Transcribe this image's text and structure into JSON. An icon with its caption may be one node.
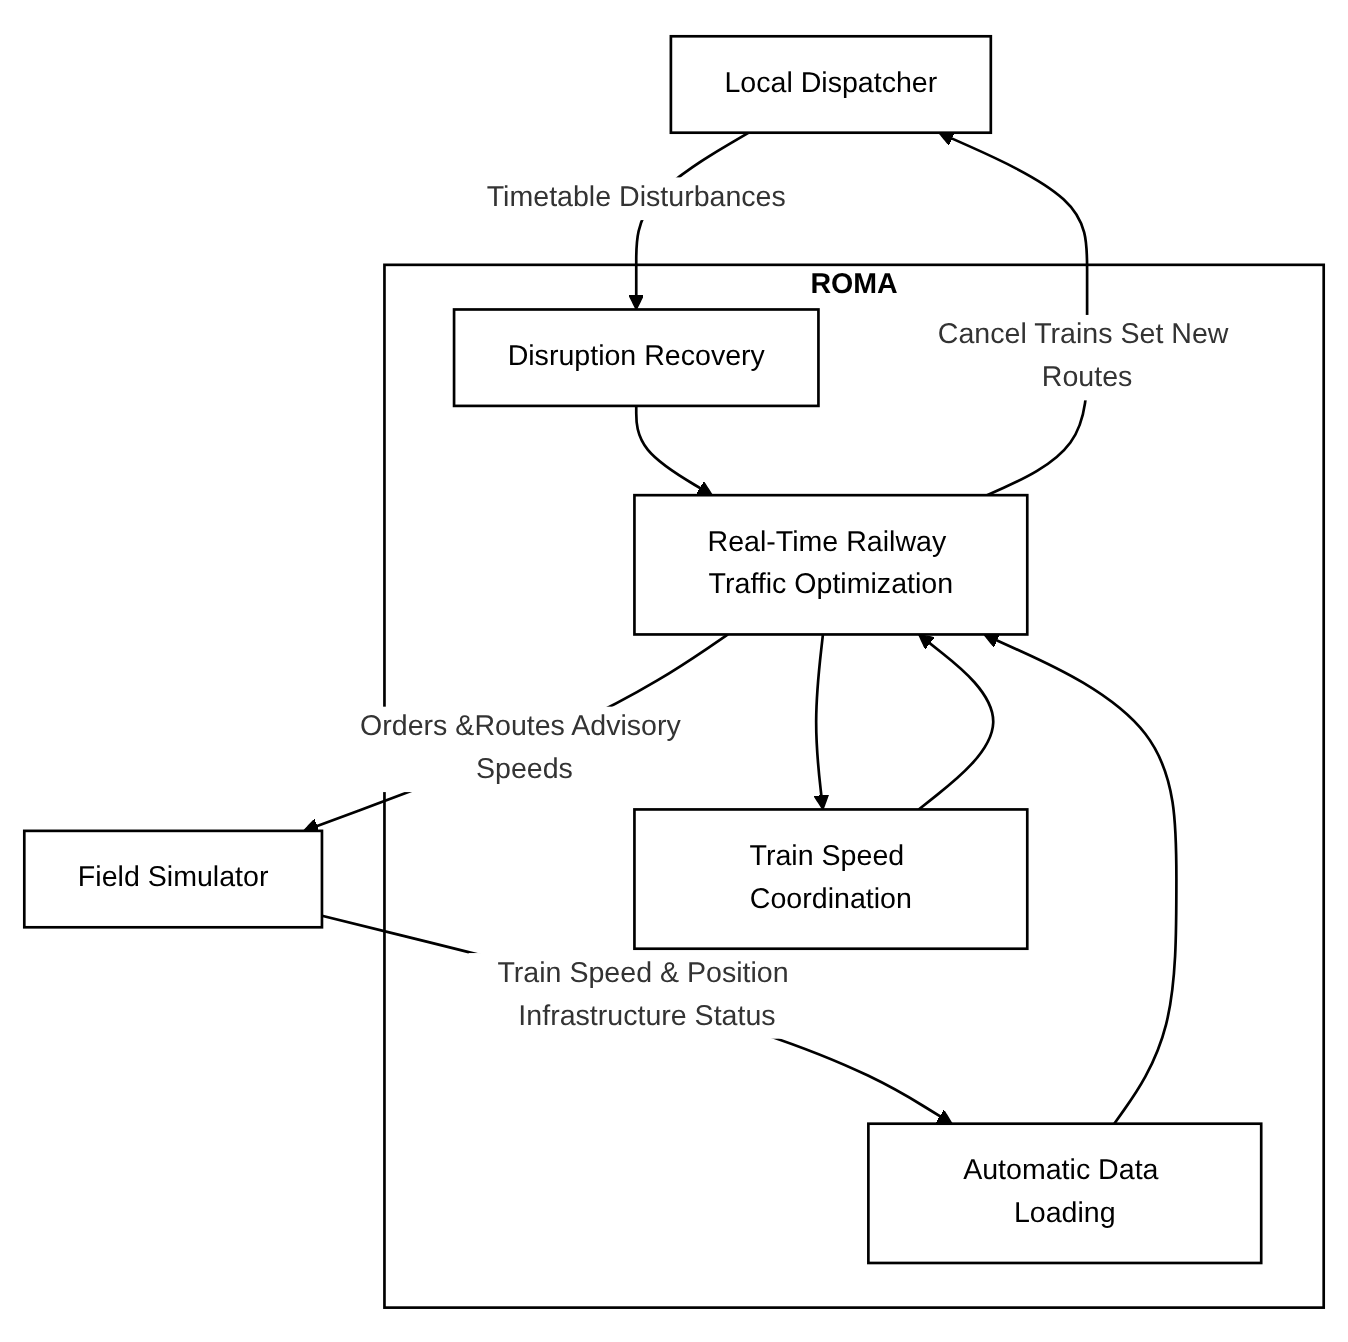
{
  "diagram": {
    "nodes": [
      {
        "text": [
          "Local Dispatcher"
        ]
      },
      {
        "text": [
          "ROMA"
        ]
      },
      {
        "text": [
          "Disruption Recovery"
        ],
        "in": 1
      },
      {
        "text": [
          "Real-Time Railway Traffic Optimization"
        ],
        "in": 1
      },
      {
        "text": [
          "Automatic Data Loading"
        ],
        "in": 1
      },
      {
        "text": [
          "Train Speed Coordination"
        ],
        "in": 1
      },
      {
        "text": [
          "Field Simulator"
        ]
      }
    ],
    "edges": [
      {
        "from": 3,
        "to": 0,
        "arrow": "to",
        "label": "Cancel Trains Set New Routes"
      },
      {
        "from": 0,
        "to": 2,
        "arrow": "to",
        "label": "Timetable Disturbances"
      },
      {
        "from": 2,
        "to": 3,
        "arrow": "to"
      },
      {
        "from": 3,
        "to": 5,
        "arrow": "to"
      },
      {
        "from": 5,
        "to": 3,
        "arrow": "to"
      },
      {
        "from": 4,
        "to": 3,
        "arrow": "to"
      },
      {
        "from": 6,
        "to": 4,
        "arrow": "to",
        "label": "Train Speed & Position Infrastructure Status"
      },
      {
        "from": 3,
        "to": 6,
        "arrow": "to",
        "label": "Orders &Routes Advisory Speeds"
      }
    ]
  }
}
